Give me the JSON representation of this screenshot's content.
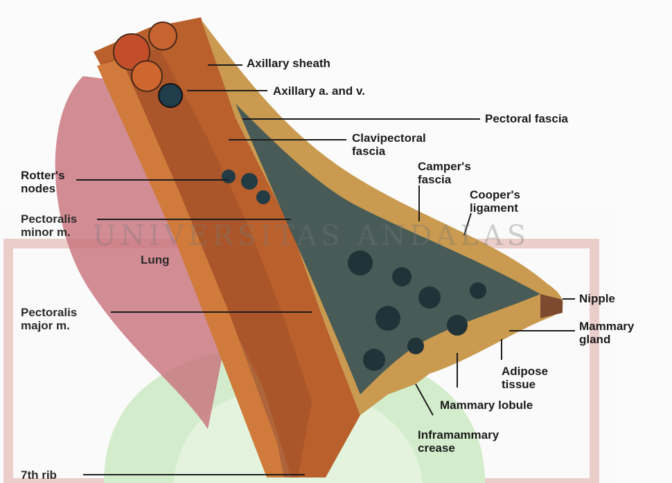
{
  "figure": {
    "labels": {
      "axillary_sheath": "Axillary sheath",
      "axillary_av": "Axillary a. and v.",
      "pectoral_fascia": "Pectoral fascia",
      "clavipectoral_fascia": "Clavipectoral\nfascia",
      "rotters_nodes": "Rotter's\nnodes",
      "campers_fascia": "Camper's\nfascia",
      "coopers_ligament": "Cooper's\nligament",
      "pectoralis_minor": "Pectoralis\nminor m.",
      "lung": "Lung",
      "pectoralis_major": "Pectoralis\nmajor m.",
      "nipple": "Nipple",
      "mammary_gland": "Mammary\ngland",
      "adipose_tissue": "Adipose\ntissue",
      "mammary_lobule": "Mammary lobule",
      "inframammary_crease": "Inframammary\ncrease",
      "seventh_rib": "7th rib"
    },
    "watermark": "UNIVERSITAS ANDALAS",
    "colors": {
      "muscle": "#c0672f",
      "fat": "#c99a4f",
      "gland": "#2f4a4f",
      "lung": "#c4686e",
      "watermark_green": "#bfe7b6"
    }
  }
}
